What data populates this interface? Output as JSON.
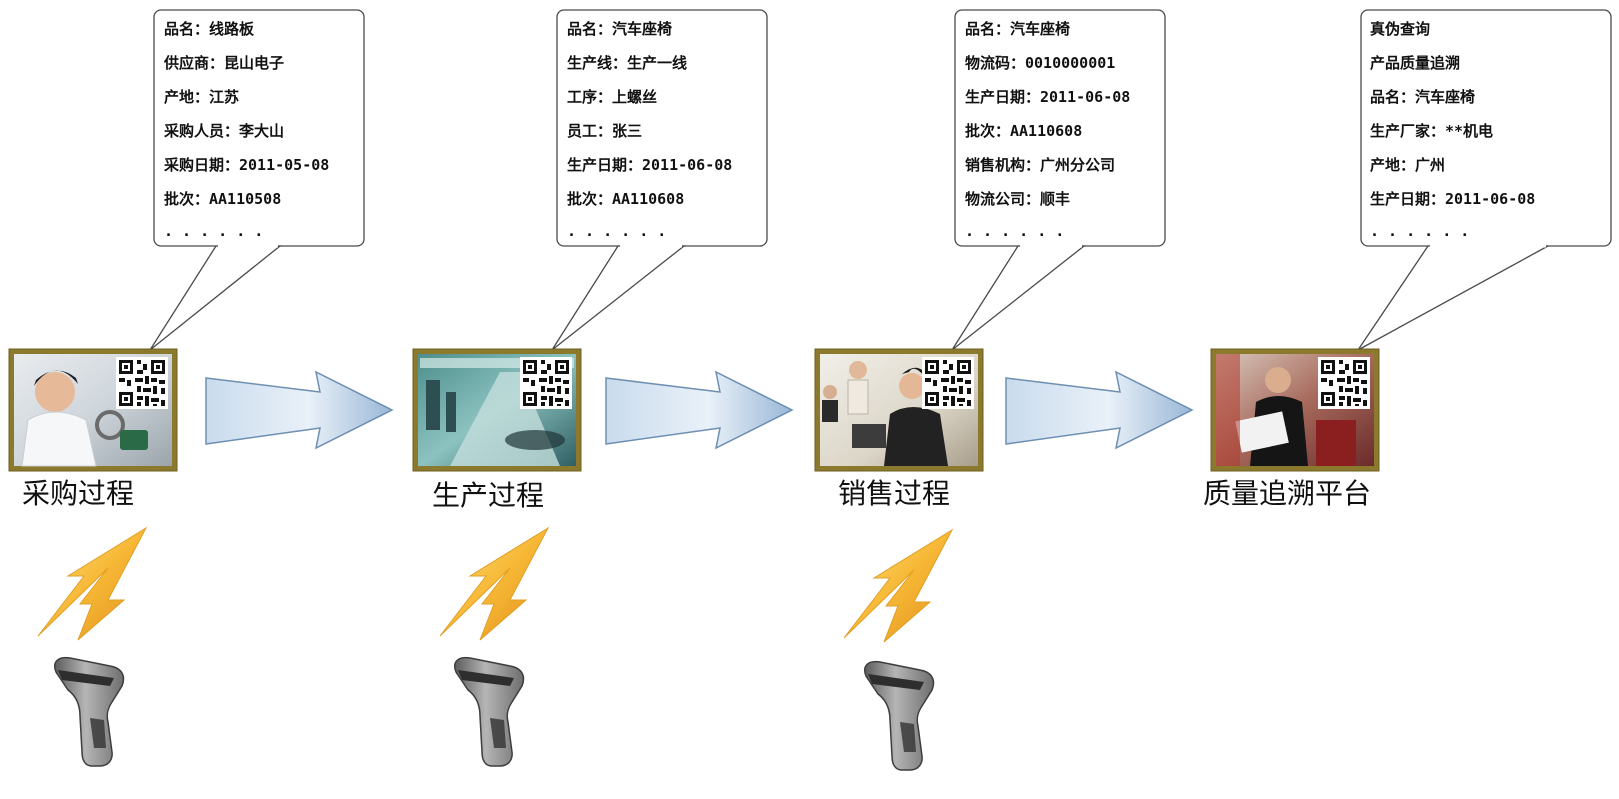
{
  "steps": [
    {
      "label": "采购过程",
      "photo": "procurement-photo",
      "has_scanner": true,
      "callout": [
        "品名：线路板",
        "供应商：昆山电子",
        "产地：江苏",
        "采购人员：李大山",
        "采购日期：2011-05-08",
        "批次：AA110508",
        "· · · · · ·"
      ]
    },
    {
      "label": "生产过程",
      "photo": "production-line-photo",
      "has_scanner": true,
      "callout": [
        "品名：汽车座椅",
        "生产线：生产一线",
        "工序：上螺丝",
        "员工：张三",
        "生产日期：2011-06-08",
        "批次：AA110608",
        "· · · · · ·"
      ]
    },
    {
      "label": "销售过程",
      "photo": "sales-office-photo",
      "has_scanner": true,
      "callout": [
        "品名：汽车座椅",
        "物流码：0010000001",
        "生产日期：2011-06-08",
        "批次：AA110608",
        "销售机构：广州分公司",
        "物流公司：顺丰",
        "· · · · · ·"
      ]
    },
    {
      "label": "质量追溯平台",
      "photo": "quality-platform-photo",
      "has_scanner": false,
      "callout": [
        "真伪查询",
        "产品质量追溯",
        "品名：汽车座椅",
        "生产厂家：**机电",
        "产地：广州",
        "生产日期：2011-06-08",
        "· · · · · ·"
      ]
    }
  ],
  "icons": {
    "qr": "qr-code-icon",
    "scan_signal": "lightning-bolt-icon",
    "scanner": "barcode-scanner-icon",
    "flow": "right-arrow-icon"
  },
  "colors": {
    "arrow_fill_light": "#e3edf7",
    "arrow_fill_dark": "#9ab7d6",
    "arrow_stroke": "#6d8fb3",
    "bolt": "#f5b324",
    "frame": "#8b7a2e",
    "scanner_body": "#8f8f8f"
  }
}
